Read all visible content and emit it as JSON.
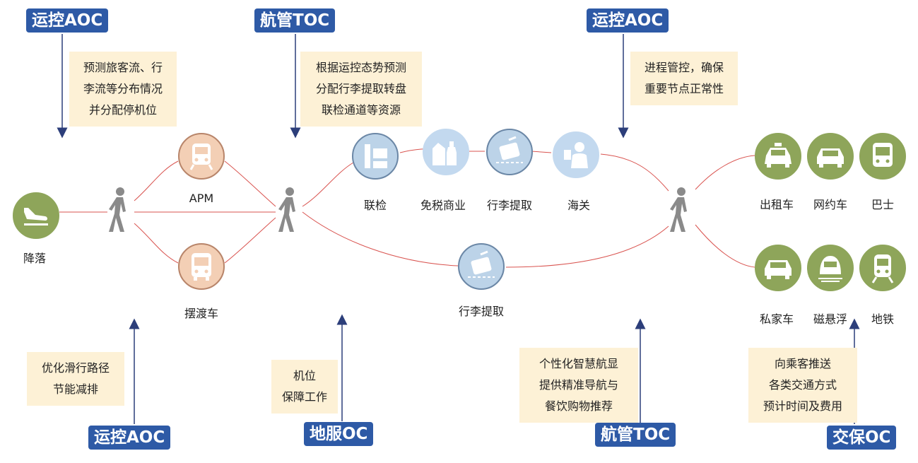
{
  "tags": {
    "aoc_top_left": "运控AOC",
    "toc_top": "航管TOC",
    "aoc_top_right": "运控AOC",
    "aoc_bottom": "运控AOC",
    "ground_ops": "地服OC",
    "toc_bottom": "航管TOC",
    "transport_oc": "交保OC"
  },
  "notes": {
    "aoc_top_left": [
      "预测旅客流、行",
      "李流等分布情况",
      "并分配停机位"
    ],
    "toc_top": [
      "根据运控态势预测",
      "分配行李提取转盘",
      "联检通道等资源"
    ],
    "aoc_top_right": [
      "进程管控，确保",
      "重要节点正常性"
    ],
    "aoc_bottom": [
      "优化滑行路径",
      "节能减排"
    ],
    "ground_ops": [
      "机位",
      "保障工作"
    ],
    "toc_bottom": [
      "个性化智慧航显",
      "提供精准导航与",
      "餐饮购物推荐"
    ],
    "transport_oc": [
      "向乘客推送",
      "各类交通方式",
      "预计时间及费用"
    ]
  },
  "nodes": {
    "landing": "降落",
    "apm": "APM",
    "shuttle_bus": "摆渡车",
    "joint_inspection": "联检",
    "duty_free": "免税商业",
    "baggage_claim_top": "行李提取",
    "customs": "海关",
    "baggage_claim_bottom": "行李提取",
    "taxi": "出租车",
    "ride_hailing": "网约车",
    "bus": "巴士",
    "private_car": "私家车",
    "maglev": "磁悬浮",
    "metro": "地铁"
  },
  "icons": {
    "landing": "plane-landing-icon",
    "apm": "train-icon",
    "shuttle_bus": "bus-icon",
    "joint_inspection": "inspection-gate-icon",
    "duty_free": "shopping-bottles-icon",
    "baggage_claim": "luggage-icon",
    "customs": "customs-officer-icon",
    "taxi": "taxi-icon",
    "ride_hailing": "car-icon",
    "bus": "bus-icon",
    "private_car": "car-icon",
    "maglev": "maglev-train-icon",
    "metro": "metro-icon",
    "passenger": "walking-person-icon"
  },
  "colors": {
    "tag_blue": "#2e5aa6",
    "note_bg": "#fdf1d6",
    "path_red": "#d9534f",
    "arrow_navy": "#2c3e7a",
    "node_orange": "#f3cfb5",
    "node_blue": "#bcd3e8",
    "node_green": "#8ea55a"
  }
}
